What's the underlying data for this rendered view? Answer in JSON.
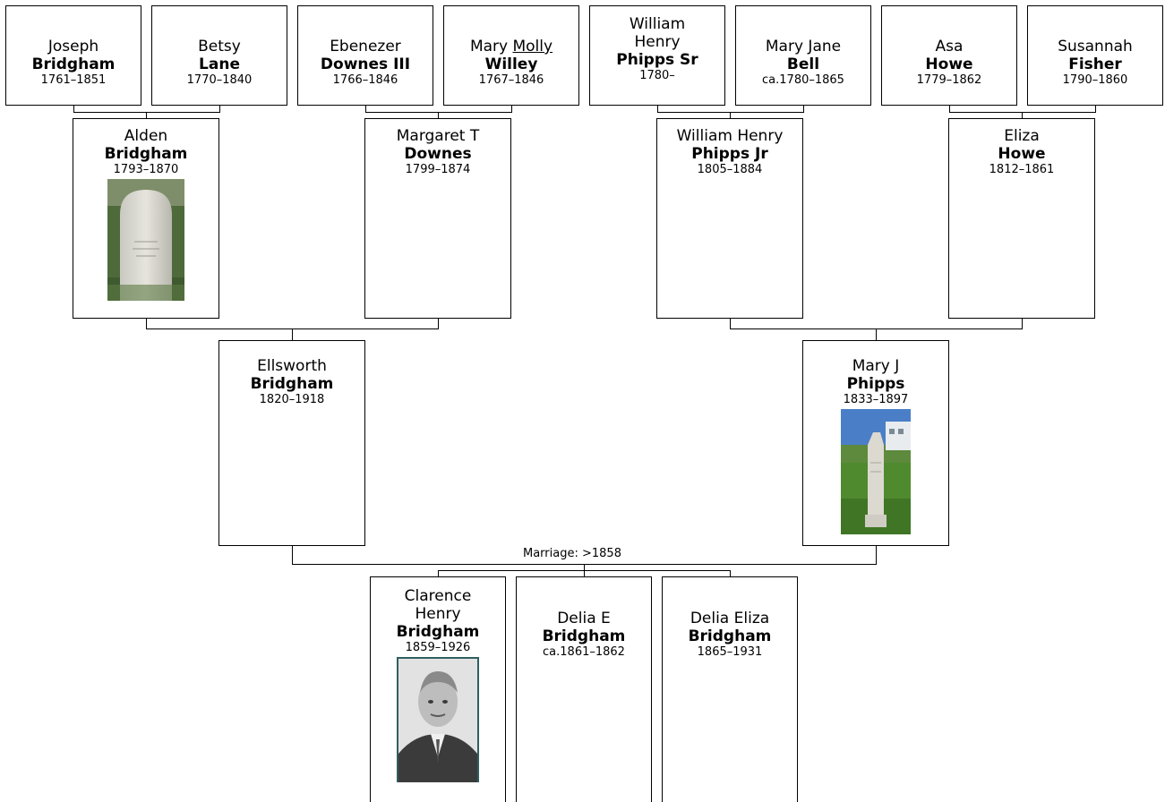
{
  "great_grandparents": [
    {
      "given": "Joseph",
      "surname": "Bridgham",
      "dates": "1761–1851"
    },
    {
      "given": "Betsy",
      "surname": "Lane",
      "dates": "1770–1840"
    },
    {
      "given": "Ebenezer",
      "surname": "Downes III",
      "dates": "1766–1846"
    },
    {
      "given_a": "Mary",
      "given_b": "Molly",
      "surname": "Willey",
      "dates": "1767–1846"
    },
    {
      "given_1": "William",
      "given_2": "Henry",
      "surname": "Phipps Sr",
      "dates": "1780–"
    },
    {
      "given": "Mary Jane",
      "surname": "Bell",
      "dates": "ca.1780–1865"
    },
    {
      "given": "Asa",
      "surname": "Howe",
      "dates": "1779–1862"
    },
    {
      "given": "Susannah",
      "surname": "Fisher",
      "dates": "1790–1860"
    }
  ],
  "grandparents": [
    {
      "given": "Alden",
      "surname": "Bridgham",
      "dates": "1793–1870",
      "photo": "gravestone"
    },
    {
      "given": "Margaret T",
      "surname": "Downes",
      "dates": "1799–1874"
    },
    {
      "given": "William Henry",
      "surname": "Phipps Jr",
      "dates": "1805–1884"
    },
    {
      "given": "Eliza",
      "surname": "Howe",
      "dates": "1812–1861"
    }
  ],
  "parents": [
    {
      "given": "Ellsworth",
      "surname": "Bridgham",
      "dates": "1820–1918"
    },
    {
      "given": "Mary J",
      "surname": "Phipps",
      "dates": "1833–1897",
      "photo": "gravestone"
    }
  ],
  "marriage": "Marriage: >1858",
  "children": [
    {
      "given_1": "Clarence",
      "given_2": "Henry",
      "surname": "Bridgham",
      "dates": "1859–1926",
      "photo": "portrait"
    },
    {
      "given": "Delia E",
      "surname": "Bridgham",
      "dates": "ca.1861–1862"
    },
    {
      "given": "Delia Eliza",
      "surname": "Bridgham",
      "dates": "1865–1931"
    }
  ]
}
